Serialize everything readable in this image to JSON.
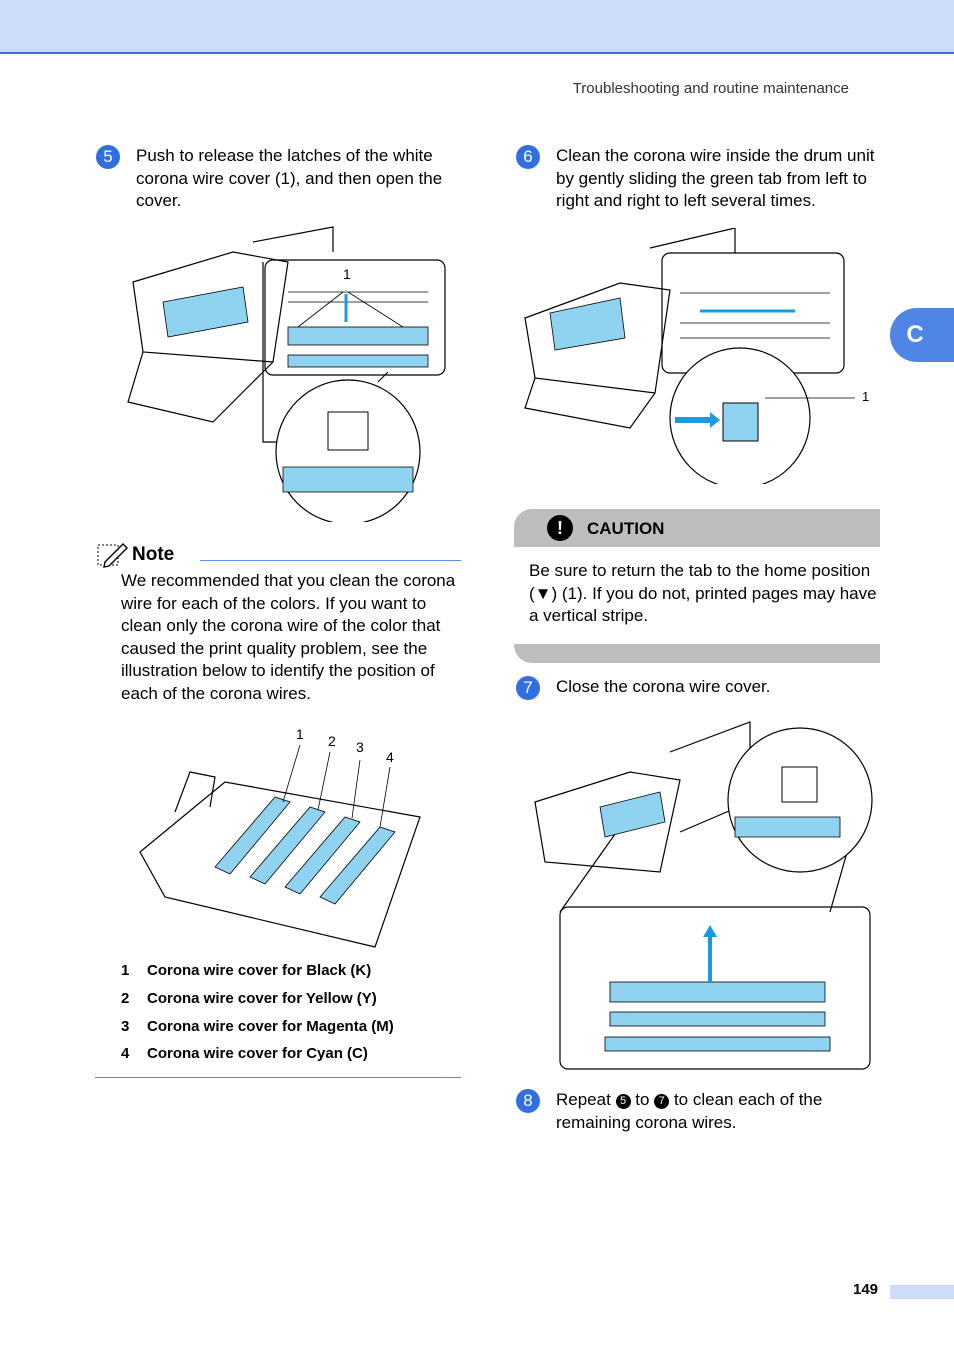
{
  "header": {
    "section_title": "Troubleshooting and routine maintenance",
    "chapter_tab": "C"
  },
  "steps": {
    "s5": {
      "num": "5",
      "text": "Push to release the latches of the white corona wire cover (1), and then open the cover."
    },
    "s6": {
      "num": "6",
      "text": "Clean the corona wire inside the drum unit by gently sliding the green tab from left to right and right to left several times."
    },
    "s7": {
      "num": "7",
      "text": "Close the corona wire cover."
    },
    "s8": {
      "num": "8",
      "pre": "Repeat",
      "mid": "to",
      "post": "to clean each of the remaining corona wires.",
      "ref_a": "5",
      "ref_b": "7"
    }
  },
  "figures": {
    "fig5_callout": "1",
    "fig6_callout": "1",
    "drum_callouts": [
      "1",
      "2",
      "3",
      "4"
    ]
  },
  "note": {
    "label": "Note",
    "text": "We recommended that you clean the corona wire for each of the colors. If you want to clean only the corona wire of the color that caused the print quality problem, see the illustration below to identify the position of each of the corona wires."
  },
  "legend": [
    {
      "n": "1",
      "label": "Corona wire cover for Black (K)"
    },
    {
      "n": "2",
      "label": "Corona wire cover for Yellow (Y)"
    },
    {
      "n": "3",
      "label": "Corona wire cover for Magenta (M)"
    },
    {
      "n": "4",
      "label": "Corona wire cover for Cyan (C)"
    }
  ],
  "caution": {
    "label": "CAUTION",
    "icon": "!",
    "text": "Be sure to return the tab to the home position (▼) (1). If you do not, printed pages may have a vertical stripe."
  },
  "page_number": "149",
  "colors": {
    "accent": "#2f6fe0",
    "illustration_blue": "#8fd3f0",
    "caution_gray": "#bdbdbd"
  }
}
